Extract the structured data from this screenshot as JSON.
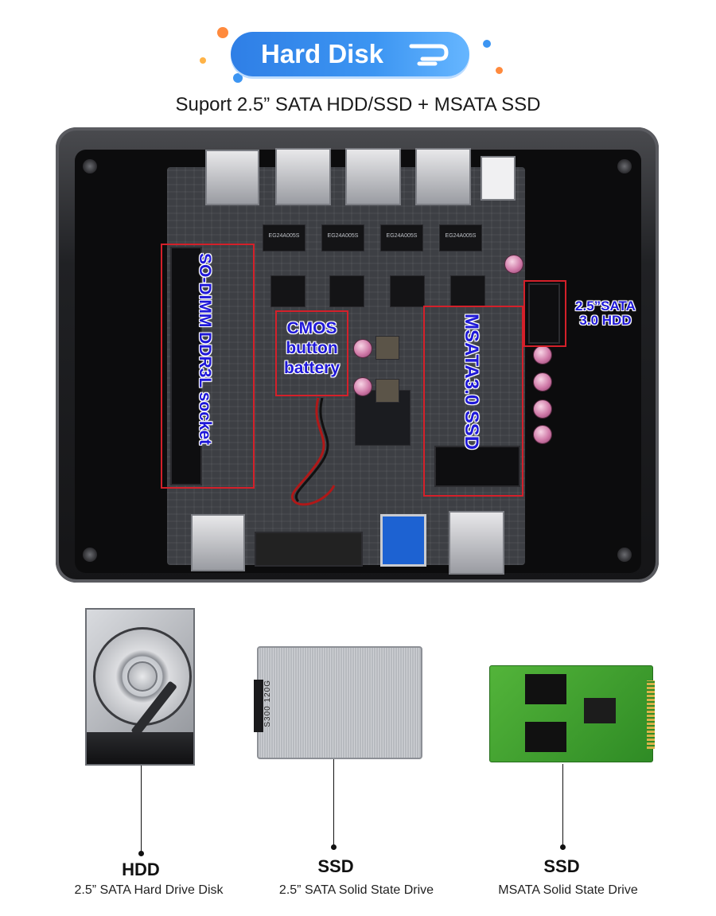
{
  "header": {
    "banner_title": "Hard Disk",
    "subtitle": "Suport 2.5” SATA HDD/SSD + MSATA SSD"
  },
  "board": {
    "callouts": {
      "sodimm": "SO-DIMM DDR3L socket",
      "cmos": [
        "CMOS",
        "button",
        "battery"
      ],
      "msata": "MSATA3.0 SSD",
      "sata": [
        "2.5”SATA",
        "3.0 HDD"
      ]
    },
    "chip_labels": [
      "EG24A005S",
      "EG24A005S",
      "EG24A005S",
      "EG24A005S"
    ],
    "accent_red": "#d4202a",
    "accent_blue": "#1f18d8"
  },
  "drives": [
    {
      "title": "HDD",
      "subtitle": "2.5” SATA Hard Drive Disk"
    },
    {
      "title": "SSD",
      "subtitle": "2.5” SATA Solid State Drive",
      "model": "S300 120G"
    },
    {
      "title": "SSD",
      "subtitle": "MSATA Solid State Drive"
    }
  ]
}
